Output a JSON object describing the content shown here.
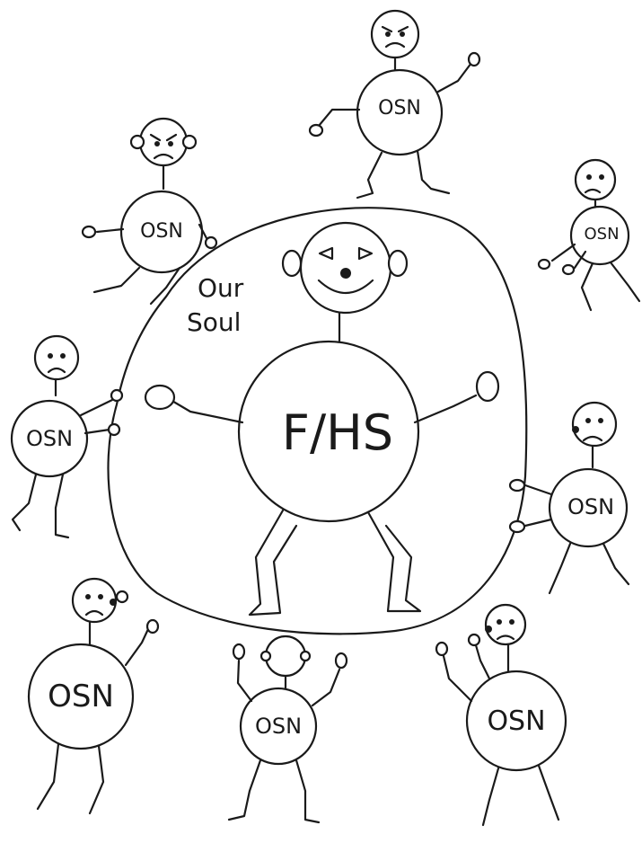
{
  "center_label": "F/HS",
  "soul_label_line1": "Our",
  "soul_label_line2": "Soul",
  "figure_label": "OSN",
  "ink_color": "#1a1a1a",
  "background_color": "#ffffff"
}
